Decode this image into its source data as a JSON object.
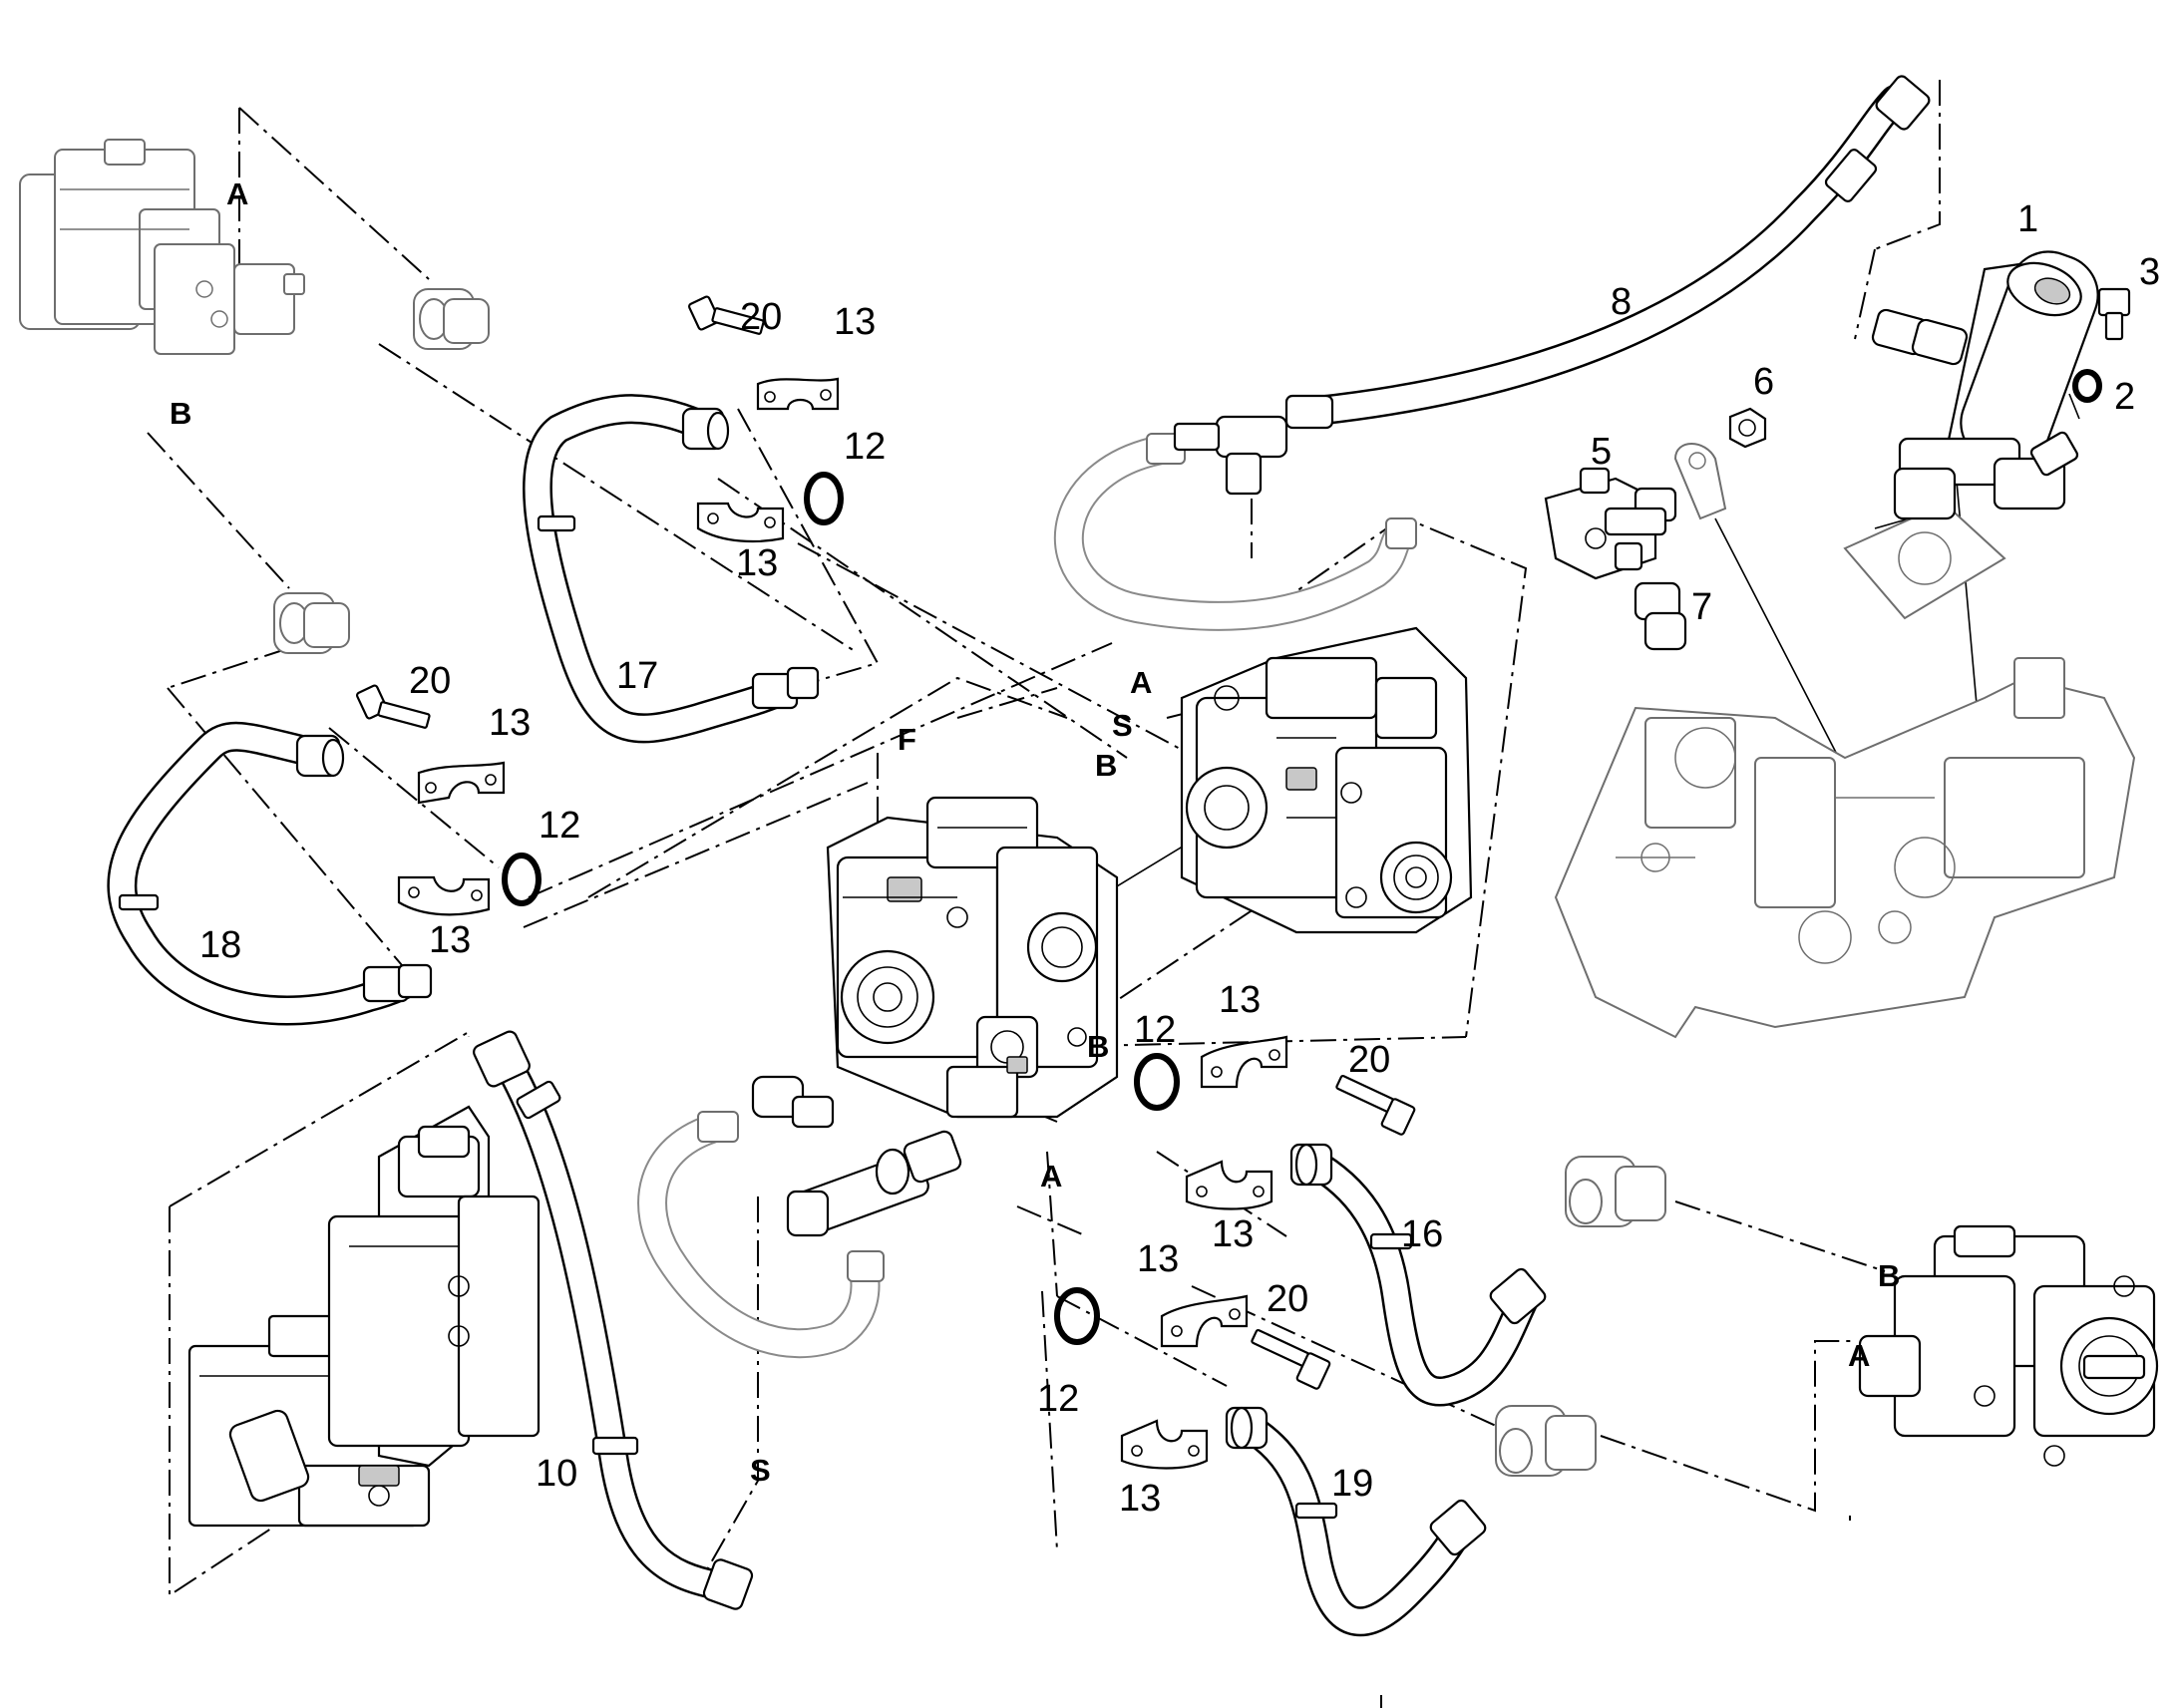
{
  "callouts": {
    "c1": "1",
    "c2": "2",
    "c3": "3",
    "c5": "5",
    "c6": "6",
    "c7": "7",
    "c8": "8",
    "c10": "10",
    "c12a": "12",
    "c12b": "12",
    "c12c": "12",
    "c12d": "12",
    "c13a": "13",
    "c13b": "13",
    "c13c": "13",
    "c13d": "13",
    "c13e": "13",
    "c13f": "13",
    "c13g": "13",
    "c13h": "13",
    "c16": "16",
    "c17": "17",
    "c18": "18",
    "c19": "19",
    "c20a": "20",
    "c20b": "20",
    "c20c": "20",
    "c20d": "20"
  },
  "port_labels": {
    "a_topleft": "A",
    "b_topleft": "B",
    "a_center": "A",
    "s_center": "S",
    "b_center": "B",
    "f_center": "F",
    "b_pump": "B",
    "a_pump": "A",
    "s_lower": "S",
    "b_right": "B",
    "a_right": "A"
  },
  "icons": [
    "hydraulic-motor-icon",
    "hydraulic-pump-icon",
    "hose-icon",
    "elbow-fitting-icon",
    "clamp-half-icon",
    "o-ring-icon",
    "bolt-icon",
    "filter-icon",
    "tee-fitting-icon",
    "frame-icon",
    "tank-icon"
  ]
}
